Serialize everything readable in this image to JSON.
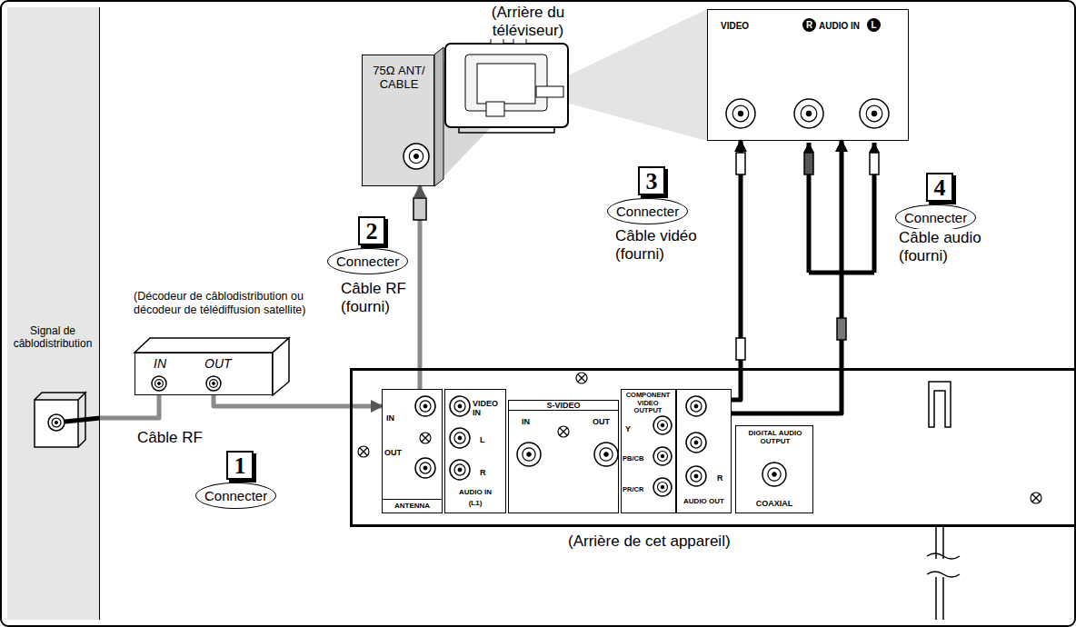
{
  "diagram": {
    "nodes": [
      {
        "text": [
          "Signal de câblodistribution"
        ]
      },
      {
        "text": [
          "(Décodeur de câblodistribution ou décodeur de télédiffusion satellite)",
          "IN",
          "OUT"
        ]
      },
      {
        "text": [
          "75Ω ANT/ CABLE"
        ]
      },
      {
        "text": [
          "VIDEO",
          "R",
          "AUDIO IN",
          "L"
        ]
      },
      {
        "text": [
          "(Arrière de cet appareil)"
        ]
      },
      {
        "text": [
          "IN",
          "OUT",
          "ANTENNA"
        ],
        "in": 4
      },
      {
        "text": [
          "VIDEO IN",
          "L",
          "R",
          "AUDIO IN",
          "(L1)"
        ],
        "in": 4
      },
      {
        "text": [
          "S-VIDEO",
          "IN",
          "OUT"
        ],
        "in": 4
      },
      {
        "text": [
          "COMPONENT VIDEO OUTPUT",
          "Y",
          "PB/CB",
          "PR/CR"
        ],
        "in": 4
      },
      {
        "text": [
          "R",
          "AUDIO OUT"
        ],
        "in": 4
      },
      {
        "text": [
          "DIGITAL AUDIO OUTPUT",
          "COAXIAL"
        ],
        "in": 4
      },
      {
        "text": [
          "1",
          "Connecter"
        ]
      },
      {
        "text": [
          "2",
          "Connecter"
        ]
      },
      {
        "text": [
          "3",
          "Connecter"
        ]
      },
      {
        "text": [
          "4",
          "Connecter"
        ]
      }
    ],
    "edges": [
      {
        "from": 0,
        "to": 1,
        "arrow": "none"
      },
      {
        "from": 1,
        "to": 5,
        "label": "Câble RF",
        "arrow": "to"
      },
      {
        "from": 5,
        "to": 2,
        "label": "Câble RF (fourni)",
        "arrow": "to"
      },
      {
        "from": 9,
        "to": 3,
        "label": "Câble vidéo (fourni)",
        "arrow": "to"
      },
      {
        "from": 9,
        "to": 3,
        "label": "Câble audio (fourni)",
        "arrow": "to"
      }
    ],
    "labels": [
      "(Arrière du téléviseur)"
    ]
  }
}
